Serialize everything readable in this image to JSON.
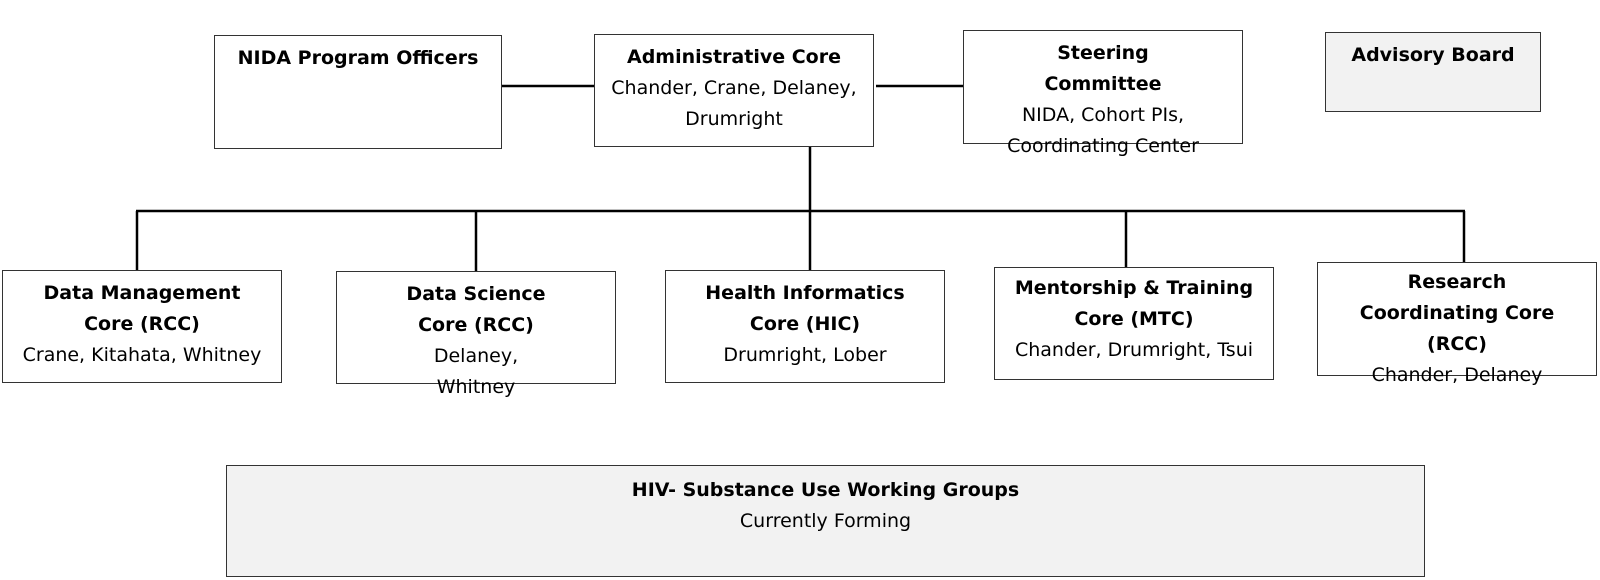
{
  "nodes": {
    "nida_program_officers": {
      "title": "NIDA Program Officers",
      "subtitle": ""
    },
    "administrative_core": {
      "title": "Administrative Core",
      "subtitle": "Chander, Crane, Delaney, Drumright"
    },
    "steering_committee": {
      "title": "Steering Committee",
      "subtitle": "NIDA, Cohort PIs, Coordinating Center"
    },
    "advisory_board": {
      "title": "Advisory Board",
      "subtitle": ""
    },
    "data_management_core": {
      "title": "Data Management Core (RCC)",
      "subtitle": "Crane, Kitahata, Whitney"
    },
    "data_science_core": {
      "title": "Data Science Core (RCC)",
      "subtitle": "Delaney, Whitney"
    },
    "health_informatics_core": {
      "title": "Health Informatics Core (HIC)",
      "subtitle": "Drumright, Lober"
    },
    "mentorship_training_core": {
      "title": "Mentorship & Training Core (MTC)",
      "subtitle": "Chander, Drumright, Tsui"
    },
    "research_coordinating_core": {
      "title": "Research Coordinating Core (RCC)",
      "subtitle": "Chander, Delaney"
    },
    "working_groups": {
      "title": "HIV- Substance Use Working Groups",
      "subtitle": "Currently Forming"
    }
  },
  "colors": {
    "line": "#000000",
    "border": "#333333",
    "shaded_fill": "#f2f2f2"
  }
}
